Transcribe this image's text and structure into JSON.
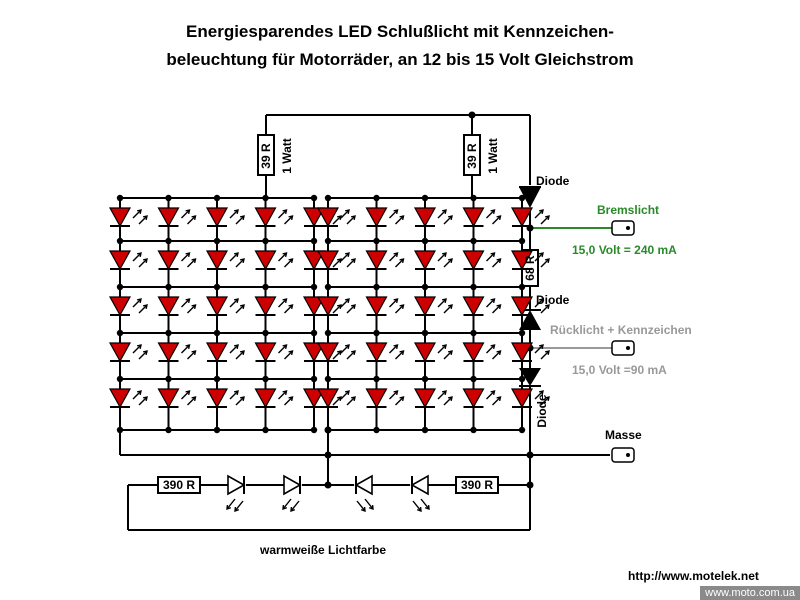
{
  "title": {
    "line1": "Energiesparendes LED Schlußlicht mit Kennzeichen-",
    "line2": "beleuchtung für Motorräder, an 12 bis 15 Volt Gleichstrom"
  },
  "resistors": {
    "left_top": "39 R",
    "left_top_power": "1 Watt",
    "mid_top": "39 R",
    "mid_top_power": "1 Watt",
    "right_mid": "68 R",
    "bottom_left": "390 R",
    "bottom_right": "390 R"
  },
  "diodes": {
    "upper": "Diode",
    "middle": "Diode",
    "lower": "Diode"
  },
  "outputs": {
    "brake": "Bremslicht",
    "brake_spec": "15,0 Volt = 240 mA",
    "tail": "Rücklicht + Kennzeichen",
    "tail_spec": "15,0 Volt =90 mA",
    "ground": "Masse"
  },
  "led_matrix": {
    "rows": 5,
    "cols_per_bank": 5,
    "banks": 2
  },
  "bottom_strip": {
    "led_count": 4,
    "caption": "warmweiße Lichtfarbe"
  },
  "colors": {
    "led_red": "#cc0000",
    "brake_wire": "#2a8a2a",
    "tail_wire": "#999999"
  },
  "credit": "http://www.motelek.net",
  "watermark": "www.moto.com.ua"
}
